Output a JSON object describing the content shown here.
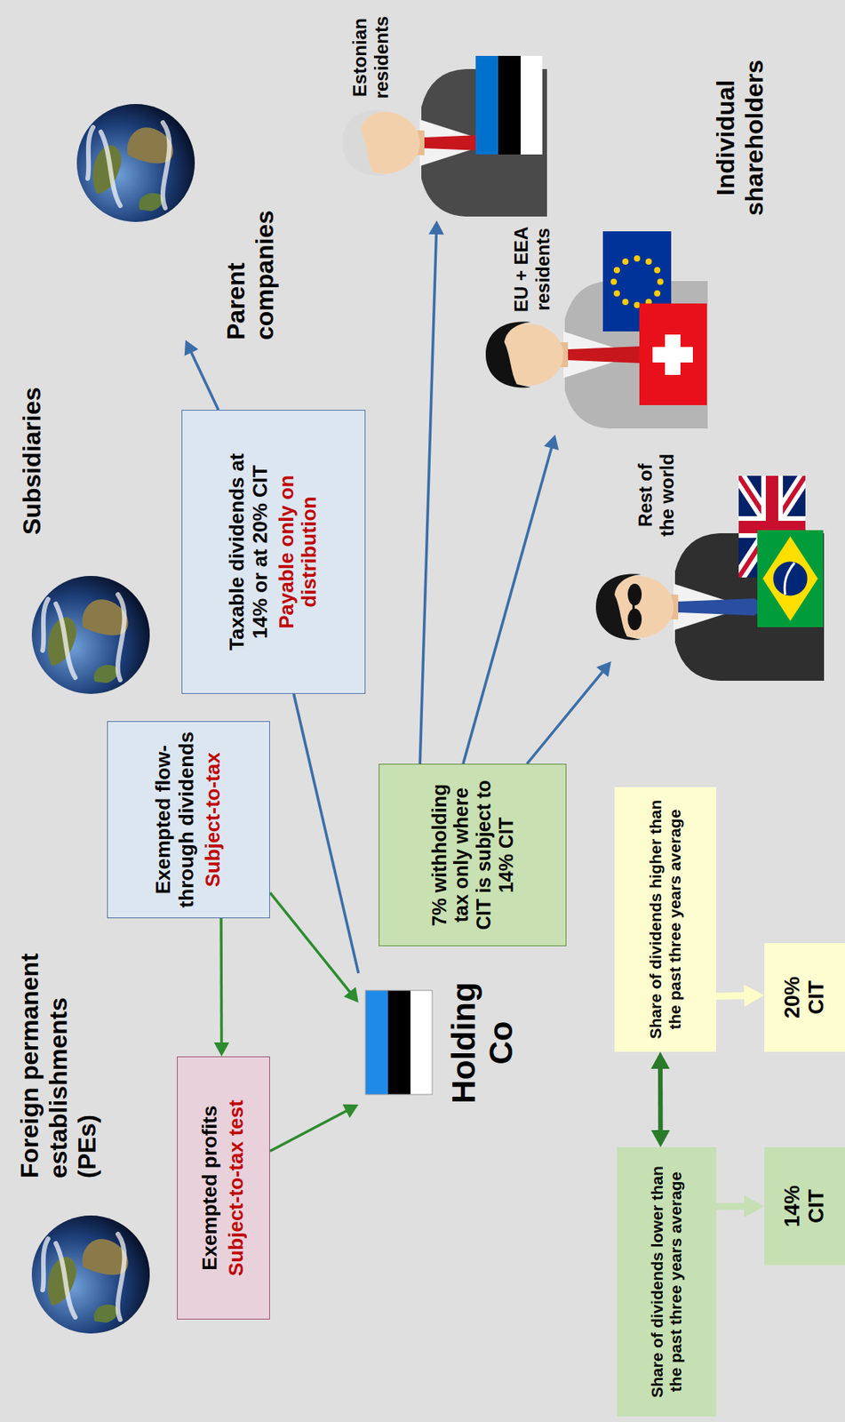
{
  "diagram": {
    "nodes": [
      {
        "text": [
          "Foreign permanent establishments (PEs)"
        ]
      },
      {
        "text": [
          "Subsidiaries"
        ]
      },
      {
        "text": [
          "Parent companies"
        ]
      },
      {
        "text": [
          "Exempted profits",
          "Subject-to-tax test"
        ]
      },
      {
        "text": [
          "Exempted flow-through dividends",
          "Subject-to-tax"
        ]
      },
      {
        "text": [
          "Taxable dividends at 14% or at 20% CIT",
          "Payable only on distribution"
        ]
      },
      {
        "text": [
          "Holding Co"
        ]
      },
      {
        "text": [
          "7% withholding tax only where CIT is subject to 14% CIT"
        ]
      },
      {
        "text": [
          "Estonian residents"
        ]
      },
      {
        "text": [
          "EU + EEA residents"
        ]
      },
      {
        "text": [
          "Rest of the world"
        ]
      },
      {
        "text": [
          "Share of dividends lower than the past three years average"
        ]
      },
      {
        "text": [
          "14% CIT"
        ]
      },
      {
        "text": [
          "Share of dividends higher than the past three years average"
        ]
      },
      {
        "text": [
          "20% CIT"
        ]
      }
    ],
    "edges": [
      {
        "from": 3,
        "to": 6,
        "arrow": "to"
      },
      {
        "from": 4,
        "to": 6,
        "arrow": "to"
      },
      {
        "from": 4,
        "to": 3,
        "arrow": "to"
      },
      {
        "from": 6,
        "to": 5,
        "arrow": "none"
      },
      {
        "from": 5,
        "to": 2,
        "arrow": "to"
      },
      {
        "from": 7,
        "to": 8,
        "arrow": "to"
      },
      {
        "from": 7,
        "to": 9,
        "arrow": "to"
      },
      {
        "from": 7,
        "to": 10,
        "arrow": "to"
      },
      {
        "from": 11,
        "to": 12,
        "arrow": "to"
      },
      {
        "from": 13,
        "to": 14,
        "arrow": "to"
      },
      {
        "from": 11,
        "to": 13,
        "arrow": "both"
      }
    ],
    "labels": [
      "Individual shareholders"
    ]
  }
}
